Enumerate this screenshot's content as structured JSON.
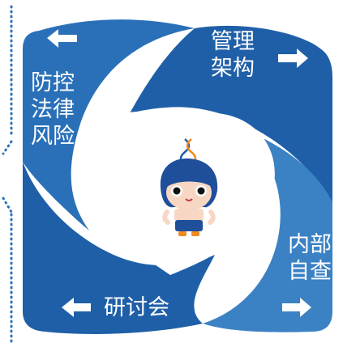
{
  "colors": {
    "dark_blue": "#1f5fa8",
    "mid_blue": "#2a70b8",
    "light_blue": "#3b82c4",
    "dots": "#2f73b9",
    "heart": "#ffffff"
  },
  "quadrants": {
    "top_left": {
      "label": "防控\n法律\n风险",
      "arrow": "left-arrow-icon"
    },
    "top_right": {
      "label": "管理\n架构",
      "arrow": "right-arrow-icon"
    },
    "bottom_right": {
      "label": "内部\n自查",
      "arrow": "right-arrow-icon"
    },
    "bottom_left": {
      "label": "研讨会",
      "arrow": "left-arrow-icon"
    }
  },
  "mascot": {
    "icon": "cartoon-character-icon"
  }
}
